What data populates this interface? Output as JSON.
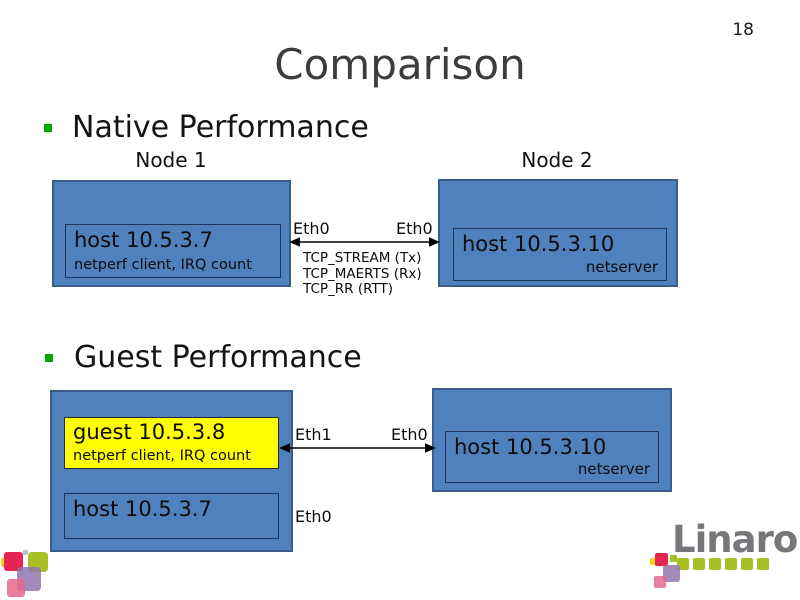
{
  "page_number": "18",
  "title": "Comparison",
  "native": {
    "heading": "Native Performance",
    "node1_label": "Node 1",
    "node2_label": "Node 2",
    "node1": {
      "host": "host 10.5.3.7",
      "subtitle": "netperf client, IRQ count"
    },
    "node2": {
      "host": "host 10.5.3.10",
      "role": "netserver"
    },
    "link": {
      "left_if": "Eth0",
      "right_if": "Eth0",
      "tests": [
        "TCP_STREAM (Tx)",
        "TCP_MAERTS (Rx)",
        "TCP_RR (RTT)"
      ]
    }
  },
  "guest": {
    "heading": "Guest Performance",
    "left": {
      "guest": "guest 10.5.3.8",
      "guest_subtitle": "netperf client, IRQ count",
      "host": "host 10.5.3.7",
      "host_if": "Eth0"
    },
    "right": {
      "host": "host 10.5.3.10",
      "role": "netserver"
    },
    "link": {
      "left_if": "Eth1",
      "right_if": "Eth0"
    }
  },
  "logo": {
    "wordmark": "Linaro"
  },
  "colors": {
    "box_fill": "#4f81bd",
    "box_border": "#385d8a",
    "inner_border": "#203457",
    "guest_yellow": "#ffff00",
    "bullet_green": "#00ab00",
    "title_gray": "#3c3c3c",
    "linaro_gray": "#76777a",
    "linaro_green": "#a9bf26",
    "logo_red": "#e5254f",
    "logo_purple": "#9275b2",
    "logo_pink": "#e46a8d",
    "logo_yellow": "#efd61e"
  }
}
